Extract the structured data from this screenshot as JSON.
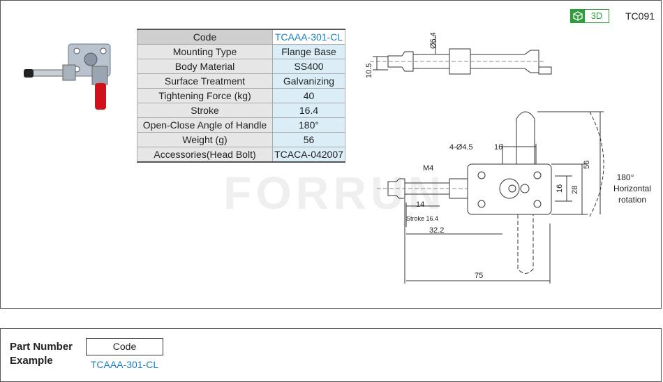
{
  "header": {
    "badge_label": "3D",
    "badge_icon": "cube-icon",
    "catalog_code": "TC091",
    "accent_color": "#2e9e3d"
  },
  "watermark": "FORRUN",
  "spec_table": {
    "rows": [
      {
        "key": "Code",
        "value": "TCAAA-301-CL"
      },
      {
        "key": "Mounting Type",
        "value": "Flange Base"
      },
      {
        "key": "Body Material",
        "value": "SS400"
      },
      {
        "key": "Surface Treatment",
        "value": "Galvanizing"
      },
      {
        "key": "Tightening Force (kg)",
        "value": "40"
      },
      {
        "key": "Stroke",
        "value": "16.4"
      },
      {
        "key": "Open-Close  Angle of Handle",
        "value": "180°"
      },
      {
        "key": "Weight (g)",
        "value": "56"
      },
      {
        "key": "Accessories(Head Bolt)",
        "value": "TCACA-042007"
      }
    ]
  },
  "drawing": {
    "dims": {
      "d64": "Ø6.4",
      "d105": "10.5",
      "holes": "4-Ø4.5",
      "d16top": "16",
      "d56": "56",
      "m4": "M4",
      "d16side": "16",
      "d28": "28",
      "d14": "14",
      "stroke": "Stroke 16.4",
      "d322": "32.2",
      "d75": "75"
    },
    "rotation_note": [
      "180°",
      "Horizontal",
      "rotation"
    ]
  },
  "part_number": {
    "label_line1": "Part Number",
    "label_line2": "Example",
    "box_label": "Code",
    "example_code": "TCAAA-301-CL",
    "code_color": "#1a7fc1"
  }
}
